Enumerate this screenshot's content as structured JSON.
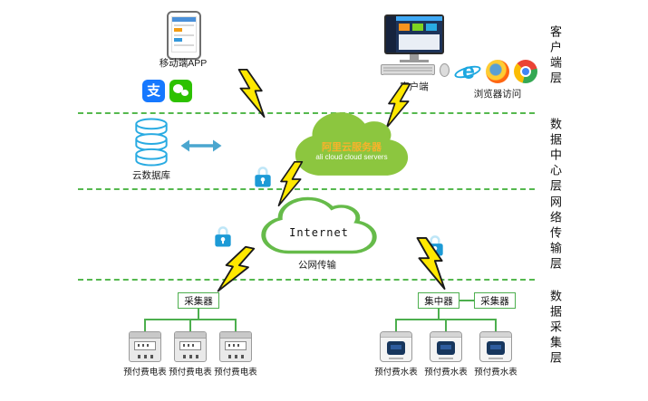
{
  "layer_labels": {
    "client": "客户端层",
    "datacenter": "数据中心层",
    "network": "网络传输层",
    "collection": "数据采集层"
  },
  "client_layer": {
    "mobile_app_label": "移动端APP",
    "alipay_glyph": "支",
    "client_label": "客户端",
    "browser_label": "浏览器访问"
  },
  "datacenter_layer": {
    "cloud_db_label": "云数据库",
    "ali_cloud_title": "阿里云服务器",
    "ali_cloud_subtitle": "ali cloud  cloud servers"
  },
  "network_layer": {
    "internet_label": "Internet",
    "public_net_label": "公网传输"
  },
  "collection_layer": {
    "collector_label": "采集器",
    "concentrator_label": "集中器",
    "electric_meter_label": "预付费电表",
    "water_meter_label": "预付费水表"
  },
  "icons": {
    "security": "lock-icon",
    "link": "lightning-bolt-icon",
    "browsers": [
      "ie-icon",
      "firefox-icon",
      "chrome-icon"
    ]
  },
  "colors": {
    "diagram_green": "#55b84e",
    "cloud_green": "#8cc63f",
    "bolt_yellow": "#ffe800",
    "lock_blue": "#1c9ad6",
    "database_blue": "#29abe2",
    "alipay_blue": "#1678ff",
    "wechat_green": "#2dc100"
  }
}
